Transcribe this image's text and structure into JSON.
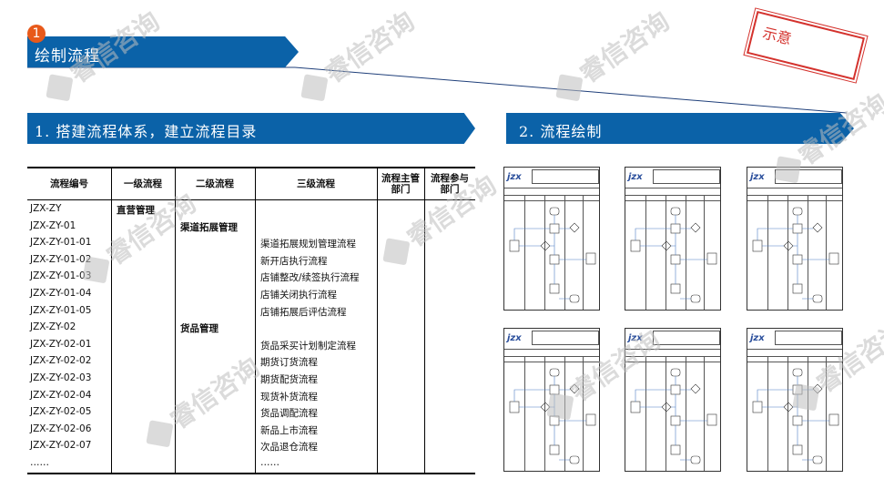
{
  "badge": "1",
  "banner_main": "绘制流程",
  "section1_title": "1. 搭建流程体系，建立流程目录",
  "section2_title": "2. 流程绘制",
  "stamp_text": "示意",
  "watermark": "睿信咨询",
  "table": {
    "headers": [
      "流程编号",
      "一级流程",
      "二级流程",
      "三级流程",
      "流程主管部门",
      "流程参与部门"
    ],
    "rows": [
      {
        "code": "JZX-ZY",
        "l1": "直营管理",
        "l2": "",
        "l3": ""
      },
      {
        "code": "JZX-ZY-01",
        "l1": "",
        "l2": "渠道拓展管理",
        "l3": ""
      },
      {
        "code": "JZX-ZY-01-01",
        "l1": "",
        "l2": "",
        "l3": "渠道拓展规划管理流程"
      },
      {
        "code": "JZX-ZY-01-02",
        "l1": "",
        "l2": "",
        "l3": "新开店执行流程"
      },
      {
        "code": "JZX-ZY-01-03",
        "l1": "",
        "l2": "",
        "l3": "店铺整改/续签执行流程"
      },
      {
        "code": "JZX-ZY-01-04",
        "l1": "",
        "l2": "",
        "l3": "店铺关闭执行流程"
      },
      {
        "code": "JZX-ZY-01-05",
        "l1": "",
        "l2": "",
        "l3": "店铺拓展后评估流程"
      },
      {
        "code": "JZX-ZY-02",
        "l1": "",
        "l2": "货品管理",
        "l3": ""
      },
      {
        "code": "JZX-ZY-02-01",
        "l1": "",
        "l2": "",
        "l3": "货品采买计划制定流程"
      },
      {
        "code": "JZX-ZY-02-02",
        "l1": "",
        "l2": "",
        "l3": "期货订货流程"
      },
      {
        "code": "JZX-ZY-02-03",
        "l1": "",
        "l2": "",
        "l3": "期货配货流程"
      },
      {
        "code": "JZX-ZY-02-04",
        "l1": "",
        "l2": "",
        "l3": "现货补货流程"
      },
      {
        "code": "JZX-ZY-02-05",
        "l1": "",
        "l2": "",
        "l3": "货品调配流程"
      },
      {
        "code": "JZX-ZY-02-06",
        "l1": "",
        "l2": "",
        "l3": "新品上市流程"
      },
      {
        "code": "JZX-ZY-02-07",
        "l1": "",
        "l2": "",
        "l3": "次品退仓流程"
      },
      {
        "code": "……",
        "l1": "",
        "l2": "",
        "l3": "……"
      }
    ]
  },
  "thumb_logo": "jzx",
  "colors": {
    "banner": "#0b62a8",
    "badge": "#e8591a",
    "stamp": "#d4322d"
  }
}
